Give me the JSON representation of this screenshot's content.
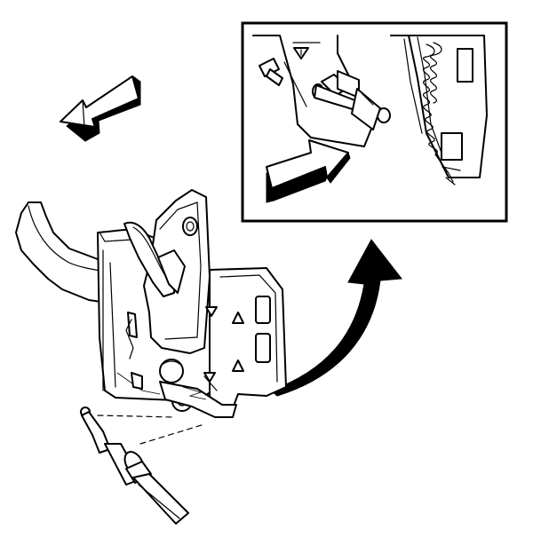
{
  "figure": {
    "background": "#ffffff",
    "ink": "#000000",
    "parts": [
      "direction-arrow",
      "hood-latch-assembly",
      "release-cable",
      "curved-arrow",
      "detail-inset",
      "detail-arrow"
    ]
  }
}
